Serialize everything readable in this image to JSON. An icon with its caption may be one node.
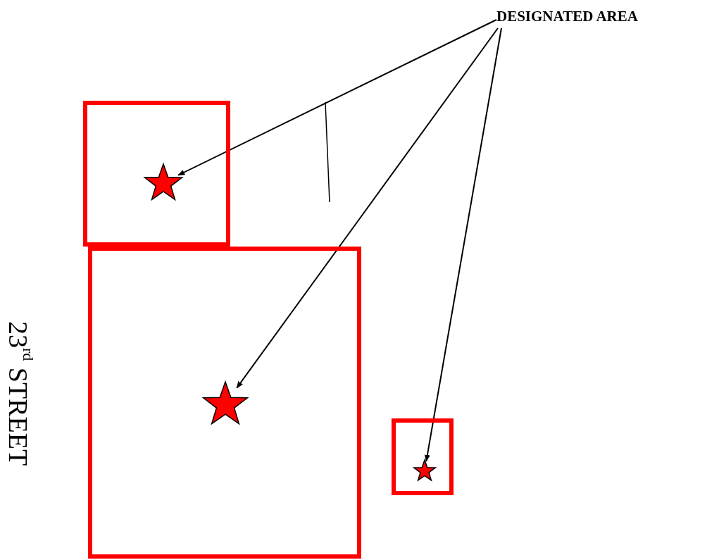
{
  "diagram": {
    "nodes": [
      {
        "text": [
          "DESIGNATED AREA"
        ]
      },
      {
        "text": [],
        "shape": "box"
      },
      {
        "text": [],
        "shape": "star",
        "in": 1
      },
      {
        "text": [],
        "shape": "box"
      },
      {
        "text": [],
        "shape": "star",
        "in": 3
      },
      {
        "text": [],
        "shape": "box"
      },
      {
        "text": [],
        "shape": "star",
        "in": 5
      }
    ],
    "edges": [
      {
        "from": 0,
        "to": 2,
        "arrow": "to"
      },
      {
        "from": 0,
        "to": 4,
        "arrow": "to"
      },
      {
        "from": 0,
        "to": 6,
        "arrow": "to"
      }
    ],
    "labels": [
      "23$^{rd}$ STREET"
    ]
  }
}
